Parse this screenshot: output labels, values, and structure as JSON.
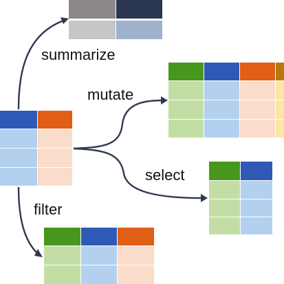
{
  "labels": {
    "summarize": "summarize",
    "mutate": "mutate",
    "select": "select",
    "filter": "filter"
  },
  "colors": {
    "header_blue": "#2e59b7",
    "header_orange": "#e05e16",
    "header_green": "#47971c",
    "header_amber": "#b8780f",
    "cell_blue": "#b3d1ee",
    "cell_orange": "#fadccb",
    "cell_green": "#c3dea4",
    "cell_yellow": "#fae7a4",
    "summary_dark_grey": "#8c878b",
    "summary_navy": "#2b3650",
    "summary_light_grey": "#c6c6c6",
    "summary_steel": "#9fb1cd",
    "arrow": "#2f3a4f",
    "text": "#111111"
  },
  "tables": {
    "source": {
      "columns": [
        "blue",
        "orange"
      ],
      "rows": 3
    },
    "summary": {
      "columns": [
        "grey",
        "navy"
      ],
      "rows": 1
    },
    "mutate_result": {
      "columns": [
        "green",
        "blue",
        "orange",
        "amber"
      ],
      "rows": 3
    },
    "select_result": {
      "columns": [
        "green",
        "blue"
      ],
      "rows": 3
    },
    "filter_result": {
      "columns": [
        "green",
        "blue",
        "orange"
      ],
      "rows": 2
    }
  }
}
